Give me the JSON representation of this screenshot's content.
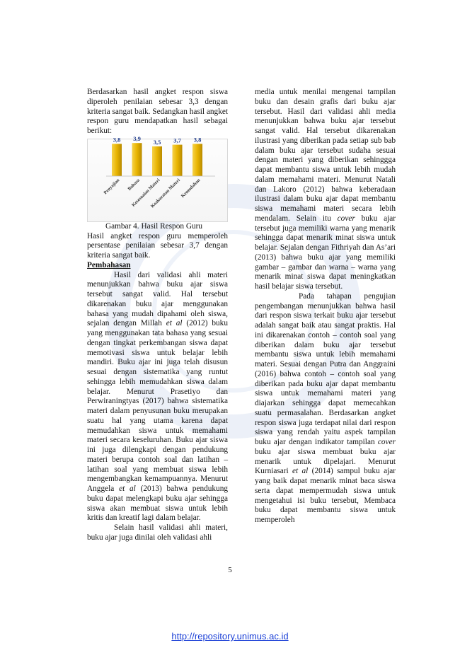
{
  "left": {
    "p1": "Berdasarkan hasil angket respon siswa diperoleh penilaian sebesar 3,3 dengan kriteria sangat baik. Sedangkan hasil angket respon guru mendapatkan hasil sebagai berikut:",
    "caption": "Gambar 4. Hasil Respon Guru",
    "p2": "Hasil angket respon guru memperoleh persentase penilaian sebesar 3,7 dengan kriteria sangat baik.",
    "heading": "Pembahasan",
    "p3a": "Hasil dari validasi ahli materi menunjukkan bahwa buku ajar siswa tersebut sangat valid. Hal tersebut dikarenakan buku ajar menggunakan bahasa yang mudah dipahami oleh siswa, sejalan dengan Millah ",
    "p3b": "et al",
    "p3c": " (2012) buku yang menggunakan tata bahasa yang sesuai dengan tingkat perkembangan siswa dapat memotivasi siswa untuk belajar lebih mandiri. Buku ajar ini juga telah disusun sesuai dengan sistematika yang runtut sehingga lebih memudahkan siswa dalam belajar. Menurut Prasetiyo dan Perwiraningtyas (2017) bahwa sistematika materi dalam penyusunan buku merupakan suatu hal yang utama karena dapat memudahkan siswa untuk memahami materi secara keseluruhan. Buku ajar siswa ini juga dilengkapi dengan pendukung materi berupa contoh soal dan latihan – latihan soal yang membuat siswa lebih mengembangkan kemampuannya. Menurut Anggela ",
    "p3d": "et al",
    "p3e": " (2013) bahwa pendukung buku dapat melengkapi buku ajar sehingga siswa akan membuat siswa untuk lebih kritis dan kreatif lagi dalam belajar.",
    "p4": "Selain hasil validasi ahli materi, buku ajar juga dinilai oleh validasi ahli"
  },
  "right": {
    "p1a": "media untuk menilai mengenai tampilan buku dan desain grafis dari buku ajar tersebut. Hasil dari validasi ahli media menunjukkan bahwa buku ajar tersebut sangat valid. Hal tersebut dikarenakan ilustrasi yang diberikan pada setiap sub bab dalam buku ajar tersebut sudaha sesuai dengan materi yang diberikan sehinggga dapat membantu siswa untuk lebih mudah dalam memahami materi. Menurut Natali dan Lakoro (2012) bahwa keberadaan ilustrasi dalam buku ajar dapat membantu siswa memahami materi secara lebih mendalam. Selain itu ",
    "p1b": "cover",
    "p1c": " buku ajar tersebut juga memiliki warna yang menarik sehingga dapat menarik minat siswa untuk belajar. Sejalan dengan Fithriyah dan As’ari (2013) bahwa buku ajar yang memiliki gambar – gambar dan warna – warna yang menarik minat siswa dapat meningkatkan hasil belajar siswa tersebut.",
    "p2a": "Pada tahapan pengujian pengembangan menunjukkan bahwa hasil dari respon siswa terkait buku ajar tersebut adalah sangat baik atau sangat praktis. Hal ini dikarenakan contoh – contoh soal yang diberikan dalam buku ajar tersebut membantu siswa untuk lebih memahami materi. Sesuai dengan Putra dan Anggraini (2016) bahwa contoh – contoh soal yang diberikan pada buku ajar dapat membantu siswa untuk memahami materi yang diajarkan sehingga dapat memecahkan suatu permasalahan. Berdasarkan angket respon siswa juga terdapat nilai dari respon siswa yang rendah yaitu aspek tampilan buku ajar dengan indikator tampilan ",
    "p2b": "cover",
    "p2c": " buku ajar siswa membuat buku ajar menarik untuk dipelajari. Menurut Kurniasari ",
    "p2d": "et al",
    "p2e": " (2014) sampul buku ajar yang baik dapat menarik minat baca siswa serta dapat mempermudah siswa untuk mengetahui isi buku tersebut, Membaca buku dapat membantu siswa untuk memperoleh"
  },
  "page_number": "5",
  "footer_link": "http://repository.unimus.ac.id",
  "chart_data": {
    "type": "bar",
    "categories": [
      "Penyajian",
      "Bahasa",
      "Kesesuaian Materi",
      "Keakuratan Materi",
      "Kemudahan"
    ],
    "values": [
      3.8,
      3.9,
      3.5,
      3.7,
      3.8
    ],
    "data_labels": [
      "3,8",
      "3,9",
      "3,5",
      "3,7",
      "3,8"
    ],
    "ylim": [
      0,
      4
    ],
    "grid": false,
    "legend": "none",
    "bar_color": "#e8b400",
    "label_color": "#1f3a8a"
  }
}
